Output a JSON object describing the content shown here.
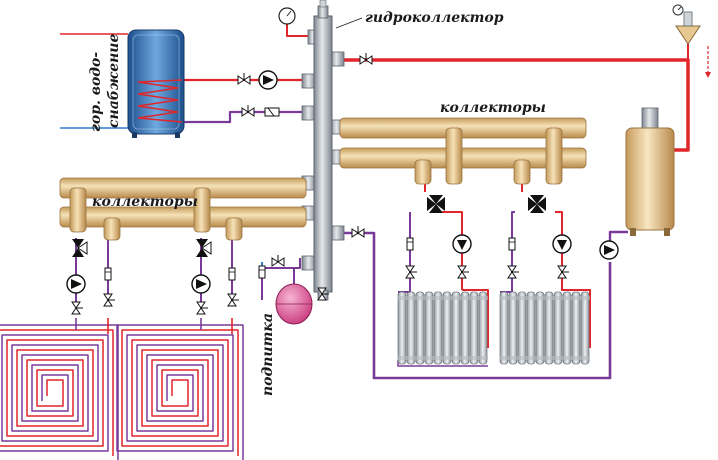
{
  "labels": {
    "hydro_collector": "гидроколлектор",
    "collectors_top": "коллекторы",
    "collectors_left": "коллекторы",
    "hot_water_line1": "гор. водо-",
    "hot_water_line2": "снабжение",
    "makeup": "подпитка"
  },
  "colors": {
    "supply": "#e0262b",
    "return": "#7a3a9a",
    "cold": "#2f7fd0",
    "pipe_copper": "#e8c890",
    "steel": "#aeb4bb",
    "boiler": "#e8c898",
    "radiator": "#c8ccd2",
    "tank": "#2b6db0",
    "expansion_tank": "#e0569a"
  }
}
